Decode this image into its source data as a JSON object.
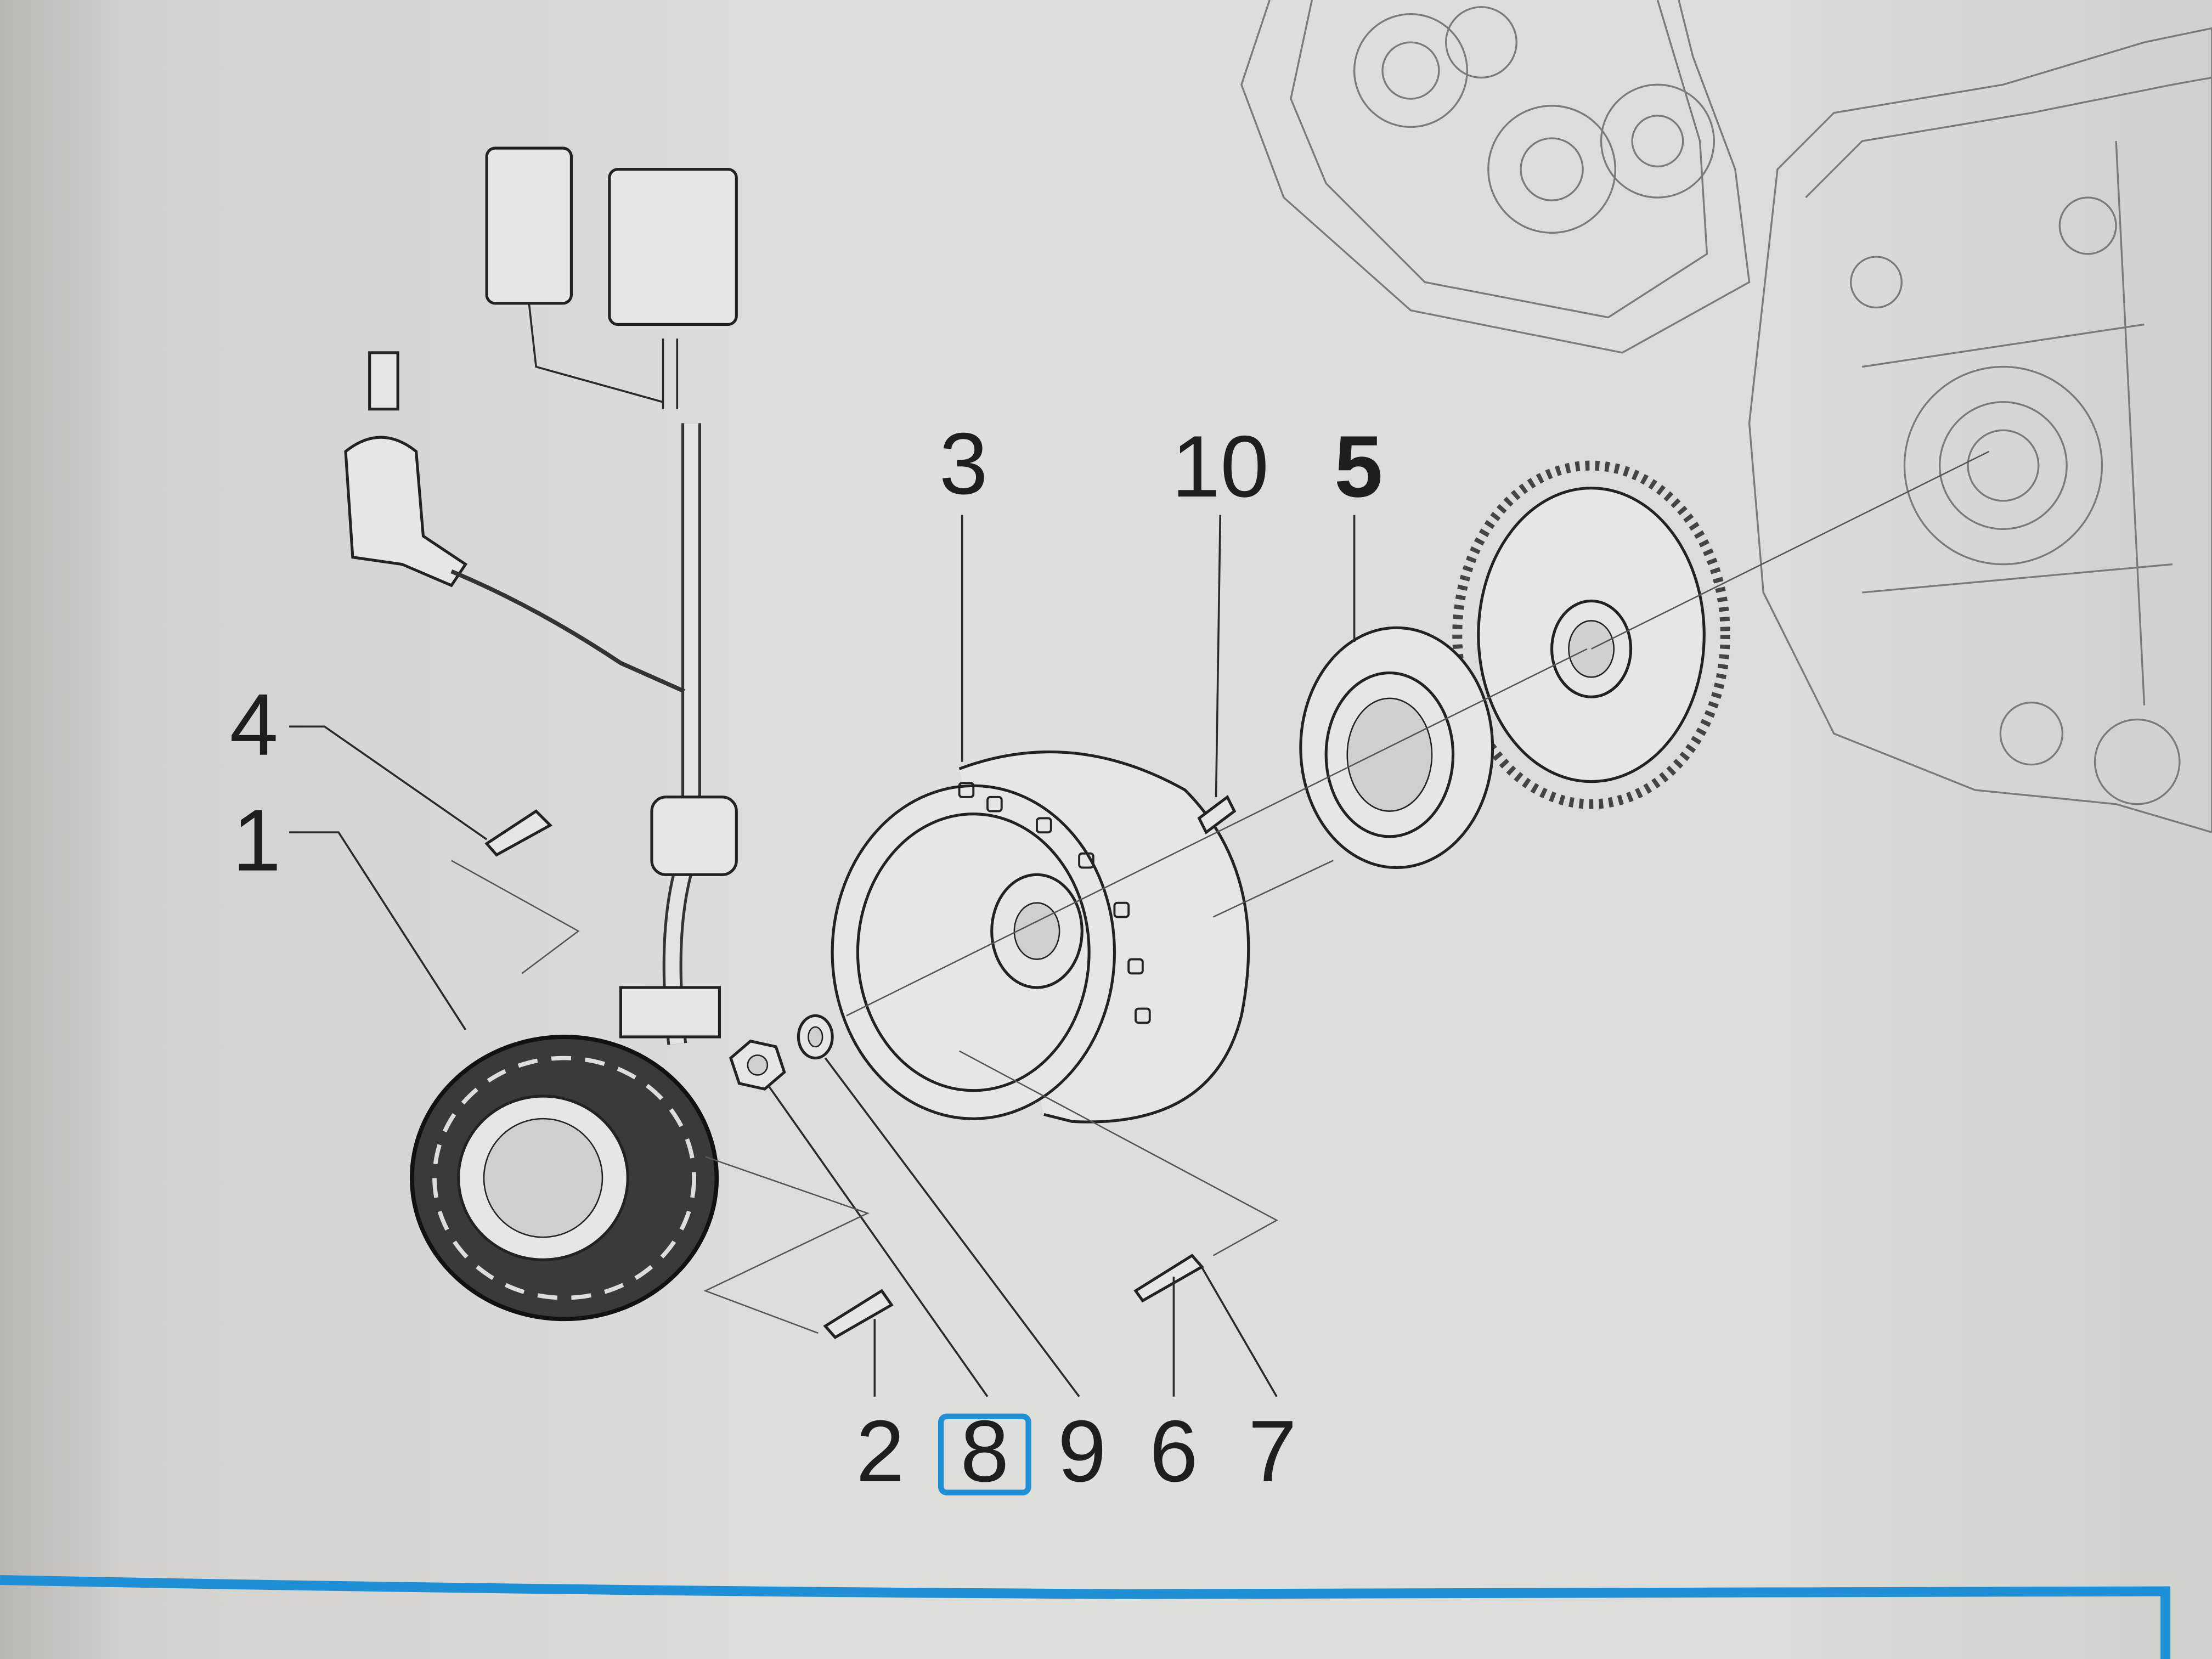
{
  "diagram": {
    "type": "exploded-parts-view",
    "callouts": {
      "stator": "1",
      "screw_stator": "2",
      "flywheel": "3",
      "bolt_pickup": "4",
      "freewheel": "5",
      "screw_6": "6",
      "screw_7": "7",
      "nut": "8",
      "washer": "9",
      "key": "10"
    },
    "selected_callout": "8",
    "colors": {
      "highlight": "#1f8fd6",
      "ink": "#1e1e1e",
      "background": "#dcdcd9"
    }
  }
}
